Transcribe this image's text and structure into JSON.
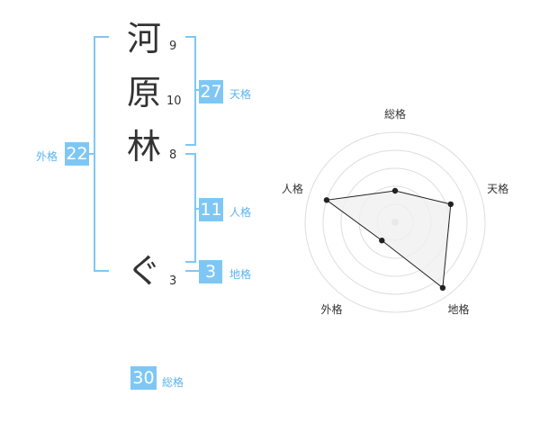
{
  "name": {
    "characters": [
      {
        "char": "河",
        "strokes": "9"
      },
      {
        "char": "原",
        "strokes": "10"
      },
      {
        "char": "林",
        "strokes": "8"
      },
      {
        "char": "ぐ",
        "strokes": "3"
      }
    ]
  },
  "fortune": {
    "tenkaku": {
      "value": "27",
      "label": "天格"
    },
    "jinkaku": {
      "value": "11",
      "label": "人格"
    },
    "chikaku": {
      "value": "3",
      "label": "地格"
    },
    "gaikaku": {
      "value": "22",
      "label": "外格"
    },
    "soukaku": {
      "value": "30",
      "label": "総格"
    }
  },
  "chart_data": {
    "type": "radar",
    "axes": [
      "総格",
      "天格",
      "地格",
      "外格",
      "人格"
    ],
    "values": [
      0.35,
      0.65,
      0.9,
      0.25,
      0.8
    ],
    "rlim": [
      0,
      1
    ],
    "rings": 5,
    "colors": {
      "fill": "#f0f0f0",
      "line": "#222222",
      "grid": "#dddddd",
      "center": "#cccccc"
    }
  },
  "colors": {
    "accent": "#7ec7f5",
    "accent_text": "#5ab4ee"
  }
}
